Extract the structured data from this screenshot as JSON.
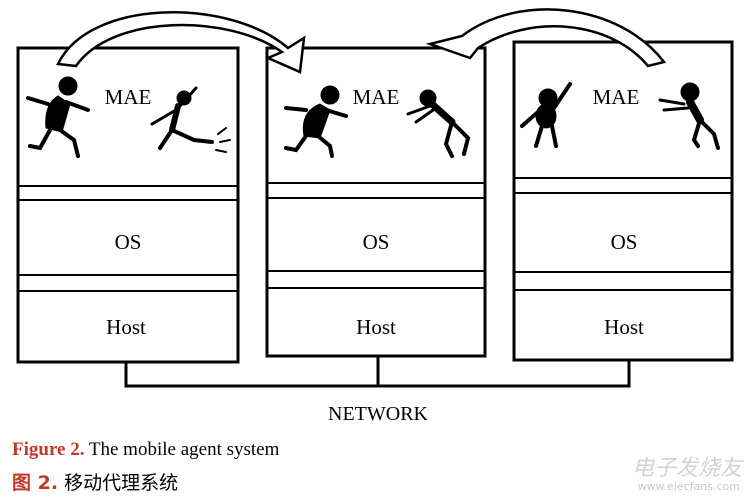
{
  "diagram": {
    "layer_labels": {
      "mae": "MAE",
      "os": "OS",
      "host": "Host"
    },
    "network_label": "NETWORK",
    "host_count": 3
  },
  "caption": {
    "en_prefix": "Figure 2.",
    "en_text": " The mobile agent system",
    "zh_prefix": "图 2.",
    "zh_text": "  移动代理系统"
  },
  "watermark": {
    "text": "电子发烧友",
    "url": "www.elecfans.com"
  },
  "colors": {
    "caption_accent": "#c0392b",
    "line": "#000000"
  }
}
